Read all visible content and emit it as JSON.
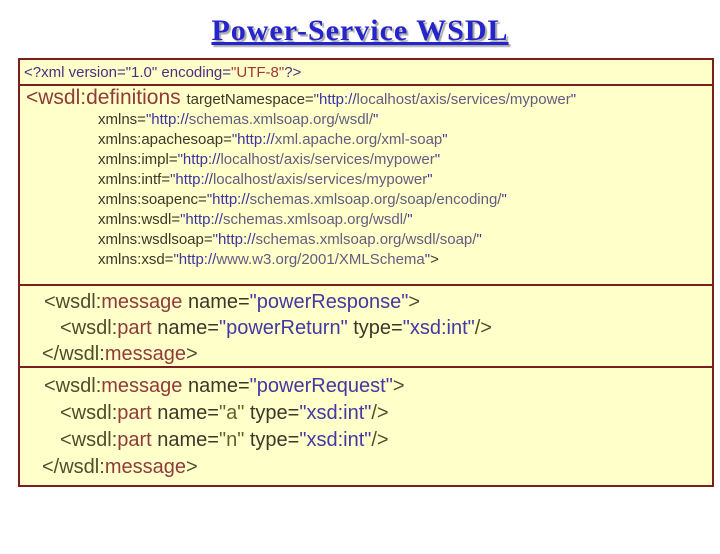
{
  "title": "Power-Service WSDL",
  "colors": {
    "title_blue": "#2525cb",
    "title_shadow_gray": "#a8a8a8",
    "box_background": "#ffffc9",
    "box_border_maroon": "#7b1e1e",
    "tag_maroon": "#8e3b3b",
    "tag_prefix_olive": "#4e4e2e",
    "attribute_dark": "#39392b",
    "value_indigo": "#4338a4",
    "url_scheme_blue": "#3c35a0",
    "url_gray_purple": "#625d80",
    "declaration_purple": "#4b2f80",
    "utf8_red": "#a13636",
    "value_olive": "#61612a"
  },
  "code": {
    "blocks": [
      {
        "id": "xml-declaration",
        "lines": [
          {
            "pad": 4,
            "seg": [
              {
                "t": "<?xml version=\"1.0\" encoding=",
                "c": "decl"
              },
              {
                "t": "\"UTF-8\"",
                "c": "red"
              },
              {
                "t": "?>",
                "c": "decl"
              }
            ]
          }
        ]
      },
      {
        "id": "wsdl-definitions",
        "lines": [
          {
            "pad": 6,
            "cls": "opener",
            "seg": [
              {
                "t": "<wsdl:definitions ",
                "c": "tag-xl"
              },
              {
                "t": "targetNamespace=",
                "c": "attr"
              },
              {
                "t": "\"http://",
                "c": "q"
              },
              {
                "t": "localhost/axis/services/mypower",
                "c": "url"
              },
              {
                "t": "\"",
                "c": "q"
              }
            ]
          },
          {
            "pad": 78,
            "seg": [
              {
                "t": "xmlns=",
                "c": "attr"
              },
              {
                "t": "\"http://",
                "c": "q"
              },
              {
                "t": "schemas.xmlsoap.org/wsdl/",
                "c": "url"
              },
              {
                "t": "\"",
                "c": "q"
              }
            ]
          },
          {
            "pad": 78,
            "seg": [
              {
                "t": "xmlns:apachesoap=",
                "c": "attr"
              },
              {
                "t": "\"http://",
                "c": "q"
              },
              {
                "t": "xml.apache.org/xml-soap",
                "c": "url"
              },
              {
                "t": "\"",
                "c": "q"
              }
            ]
          },
          {
            "pad": 78,
            "seg": [
              {
                "t": "xmlns:impl=",
                "c": "attr"
              },
              {
                "t": "\"http://",
                "c": "q"
              },
              {
                "t": "localhost/axis/services/mypower",
                "c": "url"
              },
              {
                "t": "\"",
                "c": "q"
              }
            ]
          },
          {
            "pad": 78,
            "seg": [
              {
                "t": "xmlns:intf=",
                "c": "attr"
              },
              {
                "t": "\"http://",
                "c": "q"
              },
              {
                "t": "localhost/axis/services/mypower",
                "c": "url"
              },
              {
                "t": "\"",
                "c": "q"
              }
            ]
          },
          {
            "pad": 78,
            "seg": [
              {
                "t": "xmlns:soapenc=",
                "c": "attr"
              },
              {
                "t": "\"http://",
                "c": "q"
              },
              {
                "t": "schemas.xmlsoap.org/soap/encoding/",
                "c": "url"
              },
              {
                "t": "\"",
                "c": "q"
              }
            ]
          },
          {
            "pad": 78,
            "seg": [
              {
                "t": "xmlns:wsdl=",
                "c": "attr"
              },
              {
                "t": "\"http://",
                "c": "q"
              },
              {
                "t": "schemas.xmlsoap.org/wsdl/",
                "c": "url"
              },
              {
                "t": "\"",
                "c": "q"
              }
            ]
          },
          {
            "pad": 78,
            "seg": [
              {
                "t": "xmlns:wsdlsoap=",
                "c": "attr"
              },
              {
                "t": "\"http://",
                "c": "q"
              },
              {
                "t": "schemas.xmlsoap.org/wsdl/soap/",
                "c": "url"
              },
              {
                "t": "\"",
                "c": "q"
              }
            ]
          },
          {
            "pad": 78,
            "seg": [
              {
                "t": "xmlns:xsd=",
                "c": "attr"
              },
              {
                "t": "\"http://",
                "c": "q"
              },
              {
                "t": "www.w3.org/2001/XMLSchema",
                "c": "url"
              },
              {
                "t": "\"",
                "c": "q"
              },
              {
                "t": ">",
                "c": "attr"
              }
            ]
          }
        ]
      },
      {
        "id": "message-power-response",
        "lines": [
          {
            "pad": 24,
            "seg": [
              {
                "t": "<wsdl:",
                "c": "pfx"
              },
              {
                "t": "message",
                "c": "tag"
              },
              {
                "t": " name=",
                "c": "attr"
              },
              {
                "t": "\"powerResponse\"",
                "c": "val"
              },
              {
                "t": ">",
                "c": "pfx"
              }
            ]
          },
          {
            "pad": 40,
            "seg": [
              {
                "t": "<wsdl:",
                "c": "pfx"
              },
              {
                "t": "part",
                "c": "tag"
              },
              {
                "t": " name=",
                "c": "attr"
              },
              {
                "t": "\"powerReturn\"",
                "c": "val"
              },
              {
                "t": " type=",
                "c": "attr"
              },
              {
                "t": "\"xsd:int\"",
                "c": "val"
              },
              {
                "t": "/>",
                "c": "pfx"
              }
            ]
          },
          {
            "pad": 22,
            "seg": [
              {
                "t": "</wsdl:",
                "c": "pfx"
              },
              {
                "t": "message",
                "c": "tag"
              },
              {
                "t": ">",
                "c": "pfx"
              }
            ]
          }
        ]
      },
      {
        "id": "message-power-request",
        "lines": [
          {
            "pad": 24,
            "seg": [
              {
                "t": "<wsdl:",
                "c": "pfx"
              },
              {
                "t": "message",
                "c": "tag"
              },
              {
                "t": " name=",
                "c": "attr"
              },
              {
                "t": "\"powerRequest\"",
                "c": "val"
              },
              {
                "t": ">",
                "c": "pfx"
              }
            ]
          },
          {
            "pad": 40,
            "seg": [
              {
                "t": "<wsdl:",
                "c": "pfx"
              },
              {
                "t": "part",
                "c": "tag"
              },
              {
                "t": " name=",
                "c": "attr"
              },
              {
                "t": "\"a\"",
                "c": "valo"
              },
              {
                "t": " type=",
                "c": "attr"
              },
              {
                "t": "\"xsd:int\"",
                "c": "val"
              },
              {
                "t": "/>",
                "c": "pfx"
              }
            ]
          },
          {
            "pad": 40,
            "seg": [
              {
                "t": "<wsdl:",
                "c": "pfx"
              },
              {
                "t": "part",
                "c": "tag"
              },
              {
                "t": " name=",
                "c": "attr"
              },
              {
                "t": "\"n\"",
                "c": "valo"
              },
              {
                "t": " type=",
                "c": "attr"
              },
              {
                "t": "\"xsd:int\"",
                "c": "val"
              },
              {
                "t": "/>",
                "c": "pfx"
              }
            ]
          },
          {
            "pad": 22,
            "seg": [
              {
                "t": "</wsdl:",
                "c": "pfx"
              },
              {
                "t": "message",
                "c": "tag"
              },
              {
                "t": ">",
                "c": "pfx"
              }
            ]
          }
        ]
      }
    ]
  }
}
